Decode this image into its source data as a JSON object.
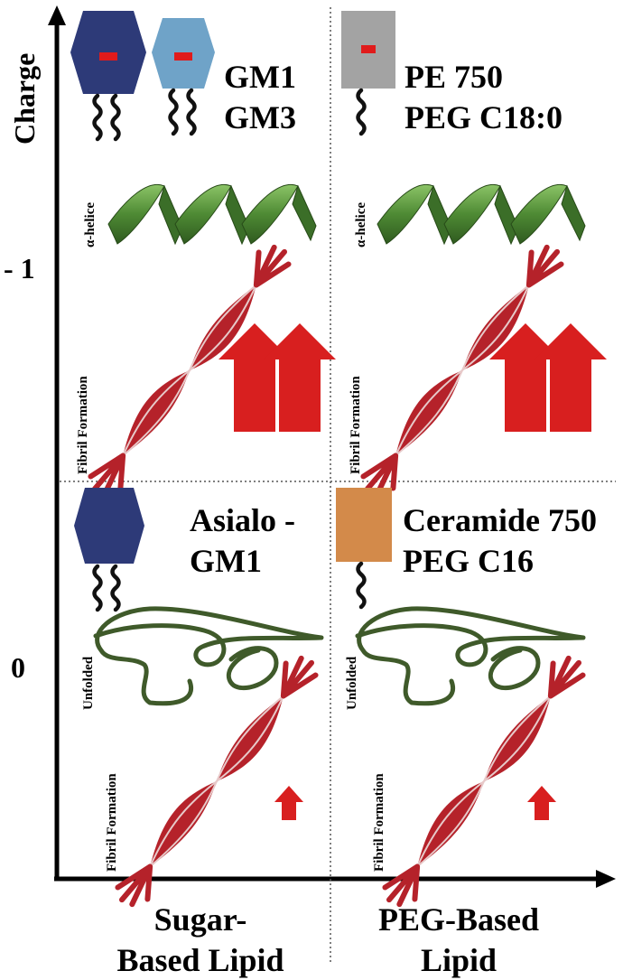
{
  "axes": {
    "y_title": "Charge",
    "y_tick_top": "- 1",
    "y_tick_bottom": "0",
    "x_left": [
      "Sugar-",
      "Based Lipid"
    ],
    "x_right": [
      "PEG-Based",
      "Lipid"
    ]
  },
  "quadrants": {
    "top_left": {
      "lipids": [
        "GM1",
        "GM3"
      ],
      "structure_label": "α-helice",
      "fibril_label": "Fibril Formation",
      "fibril_arrows": 2
    },
    "top_right": {
      "lipids": [
        "PE 750",
        "PEG C18:0"
      ],
      "structure_label": "α-helice",
      "fibril_label": "Fibril Formation",
      "fibril_arrows": 2
    },
    "bottom_left": {
      "lipids": [
        "Asialo -",
        "GM1"
      ],
      "structure_label": "Unfolded",
      "fibril_label": "Fibril Formation",
      "fibril_arrows": 1
    },
    "bottom_right": {
      "lipids": [
        "Ceramide 750",
        "PEG C16"
      ],
      "structure_label": "Unfolded",
      "fibril_label": "Fibril Formation",
      "fibril_arrows": 1
    }
  },
  "colors": {
    "gm1_head": "#2d3a78",
    "gm3_head": "#6fa3c8",
    "peg_head": "#a3a3a3",
    "ceramide_head": "#d38a4a",
    "charge_mark": "#e01b1b",
    "helix": "#4e8a34",
    "unfolded": "#3f5a2a",
    "fibril": "#b5222a",
    "arrow": "#d81f1f"
  }
}
